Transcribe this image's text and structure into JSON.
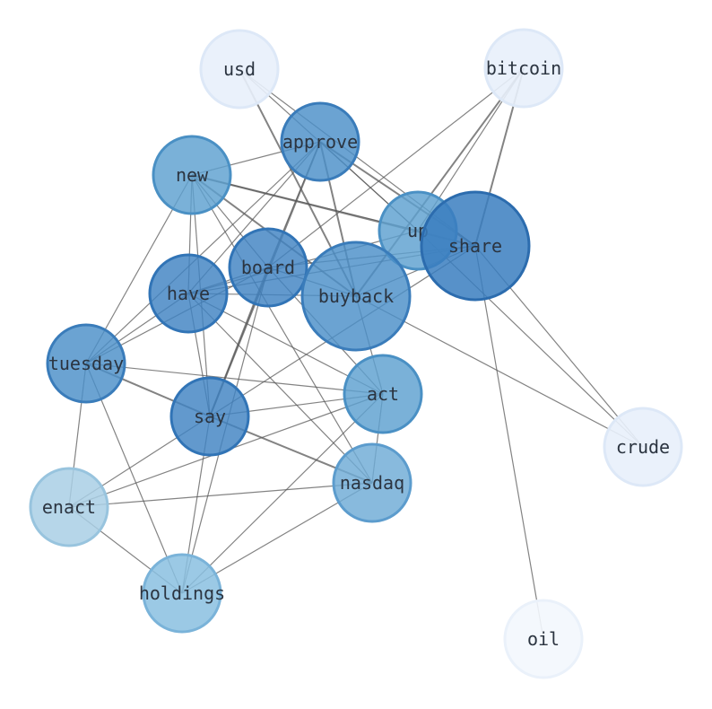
{
  "nodes": [
    {
      "id": "usd",
      "label": "usd",
      "fill": "#e8f0fb",
      "stroke": "#dde8f7",
      "opacity": 0.9
    },
    {
      "id": "bitcoin",
      "label": "bitcoin",
      "fill": "#e8f0fb",
      "stroke": "#dde8f7",
      "opacity": 0.9
    },
    {
      "id": "approve",
      "label": "approve",
      "fill": "#4a8fc8",
      "stroke": "#3a7cba",
      "opacity": 0.82
    },
    {
      "id": "new",
      "label": "new",
      "fill": "#5da0d0",
      "stroke": "#4a90c4",
      "opacity": 0.82
    },
    {
      "id": "up",
      "label": "up",
      "fill": "#5da0d0",
      "stroke": "#4a90c4",
      "opacity": 0.82
    },
    {
      "id": "share",
      "label": "share",
      "fill": "#3a7ebf",
      "stroke": "#2c6cae",
      "opacity": 0.85
    },
    {
      "id": "board",
      "label": "board",
      "fill": "#3f82c2",
      "stroke": "#3174b6",
      "opacity": 0.82
    },
    {
      "id": "have",
      "label": "have",
      "fill": "#3f82c2",
      "stroke": "#3174b6",
      "opacity": 0.82
    },
    {
      "id": "buyback",
      "label": "buyback",
      "fill": "#4a8fc8",
      "stroke": "#3a7cba",
      "opacity": 0.82
    },
    {
      "id": "tuesday",
      "label": "tuesday",
      "fill": "#4a8fc8",
      "stroke": "#3a7cba",
      "opacity": 0.82
    },
    {
      "id": "act",
      "label": "act",
      "fill": "#5da0d0",
      "stroke": "#4a90c4",
      "opacity": 0.82
    },
    {
      "id": "say",
      "label": "say",
      "fill": "#3f82c2",
      "stroke": "#3174b6",
      "opacity": 0.82
    },
    {
      "id": "crude",
      "label": "crude",
      "fill": "#e8f0fb",
      "stroke": "#dde8f7",
      "opacity": 0.9
    },
    {
      "id": "enact",
      "label": "enact",
      "fill": "#a9cfe5",
      "stroke": "#98c4de",
      "opacity": 0.85
    },
    {
      "id": "nasdaq",
      "label": "nasdaq",
      "fill": "#6eabd6",
      "stroke": "#5c9ccd",
      "opacity": 0.82
    },
    {
      "id": "holdings",
      "label": "holdings",
      "fill": "#8abfe0",
      "stroke": "#7ab3d9",
      "opacity": 0.85
    },
    {
      "id": "oil",
      "label": "oil",
      "fill": "#f3f7fd",
      "stroke": "#eaf1fa",
      "opacity": 0.9
    }
  ],
  "edges": [
    [
      "usd",
      "buyback",
      2
    ],
    [
      "usd",
      "share",
      1.2
    ],
    [
      "usd",
      "up",
      1.2
    ],
    [
      "bitcoin",
      "share",
      2
    ],
    [
      "bitcoin",
      "buyback",
      2
    ],
    [
      "bitcoin",
      "board",
      1.2
    ],
    [
      "bitcoin",
      "up",
      1.2
    ],
    [
      "approve",
      "have",
      1.2
    ],
    [
      "approve",
      "board",
      1.2
    ],
    [
      "approve",
      "buyback",
      2
    ],
    [
      "approve",
      "share",
      2
    ],
    [
      "approve",
      "up",
      1.2
    ],
    [
      "approve",
      "new",
      1.2
    ],
    [
      "approve",
      "say",
      2
    ],
    [
      "approve",
      "tuesday",
      1.2
    ],
    [
      "new",
      "share",
      2.2
    ],
    [
      "new",
      "up",
      1.2
    ],
    [
      "new",
      "buyback",
      2
    ],
    [
      "new",
      "board",
      1.2
    ],
    [
      "new",
      "have",
      1.2
    ],
    [
      "new",
      "say",
      1.2
    ],
    [
      "new",
      "tuesday",
      1.2
    ],
    [
      "new",
      "nasdaq",
      1.2
    ],
    [
      "share",
      "board",
      1.2
    ],
    [
      "share",
      "have",
      1.2
    ],
    [
      "share",
      "buyback",
      1.2
    ],
    [
      "share",
      "crude",
      1.2
    ],
    [
      "share",
      "oil",
      1.2
    ],
    [
      "share",
      "say",
      1.2
    ],
    [
      "up",
      "have",
      1.2
    ],
    [
      "up",
      "crude",
      1.2
    ],
    [
      "board",
      "have",
      1.2
    ],
    [
      "board",
      "say",
      2
    ],
    [
      "board",
      "act",
      1.2
    ],
    [
      "board",
      "tuesday",
      1.2
    ],
    [
      "board",
      "holdings",
      1.2
    ],
    [
      "board",
      "buyback",
      1.2
    ],
    [
      "have",
      "buyback",
      1.2
    ],
    [
      "have",
      "say",
      1.2
    ],
    [
      "have",
      "act",
      1.2
    ],
    [
      "have",
      "nasdaq",
      1.2
    ],
    [
      "have",
      "tuesday",
      1.2
    ],
    [
      "buyback",
      "crude",
      1.2
    ],
    [
      "buyback",
      "act",
      1.2
    ],
    [
      "tuesday",
      "say",
      2
    ],
    [
      "tuesday",
      "act",
      1.2
    ],
    [
      "tuesday",
      "enact",
      1.2
    ],
    [
      "tuesday",
      "holdings",
      1.2
    ],
    [
      "say",
      "act",
      1.2
    ],
    [
      "say",
      "nasdaq",
      2
    ],
    [
      "say",
      "holdings",
      1.2
    ],
    [
      "say",
      "enact",
      1.2
    ],
    [
      "act",
      "enact",
      1.2
    ],
    [
      "act",
      "nasdaq",
      1.2
    ],
    [
      "act",
      "holdings",
      1.2
    ],
    [
      "enact",
      "nasdaq",
      1.2
    ],
    [
      "enact",
      "holdings",
      1.2
    ],
    [
      "nasdaq",
      "holdings",
      1.2
    ]
  ]
}
